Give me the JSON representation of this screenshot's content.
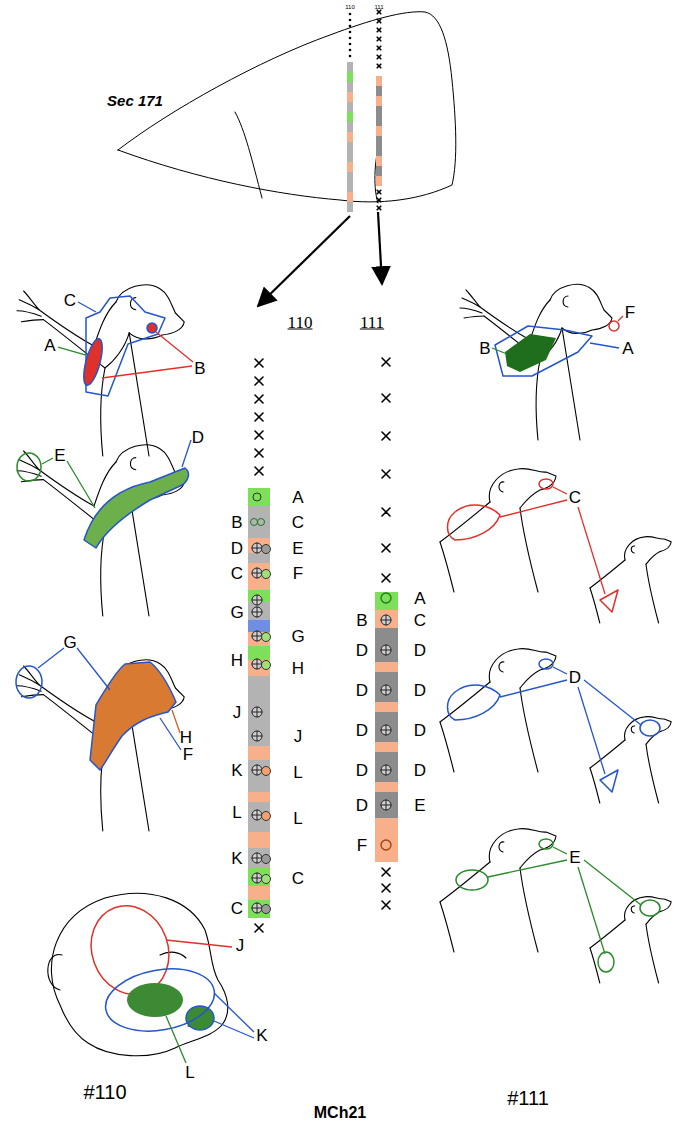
{
  "diagram": {
    "labels": [
      "Sec 171",
      "110",
      "111",
      "B",
      "D",
      "C",
      "G",
      "H",
      "J",
      "K",
      "L",
      "K",
      "C",
      "A",
      "C",
      "E",
      "F",
      "G",
      "H",
      "J",
      "L",
      "L",
      "C",
      "B",
      "D",
      "D",
      "D",
      "D",
      "D",
      "F",
      "A",
      "C",
      "D",
      "D",
      "D",
      "D",
      "E",
      "C",
      "A",
      "B",
      "E",
      "D",
      "G",
      "H",
      "F",
      "J",
      "K",
      "L",
      "B",
      "F",
      "A",
      "C",
      "D",
      "E",
      "#110",
      "#111",
      "MCh21",
      "110",
      "111"
    ]
  }
}
